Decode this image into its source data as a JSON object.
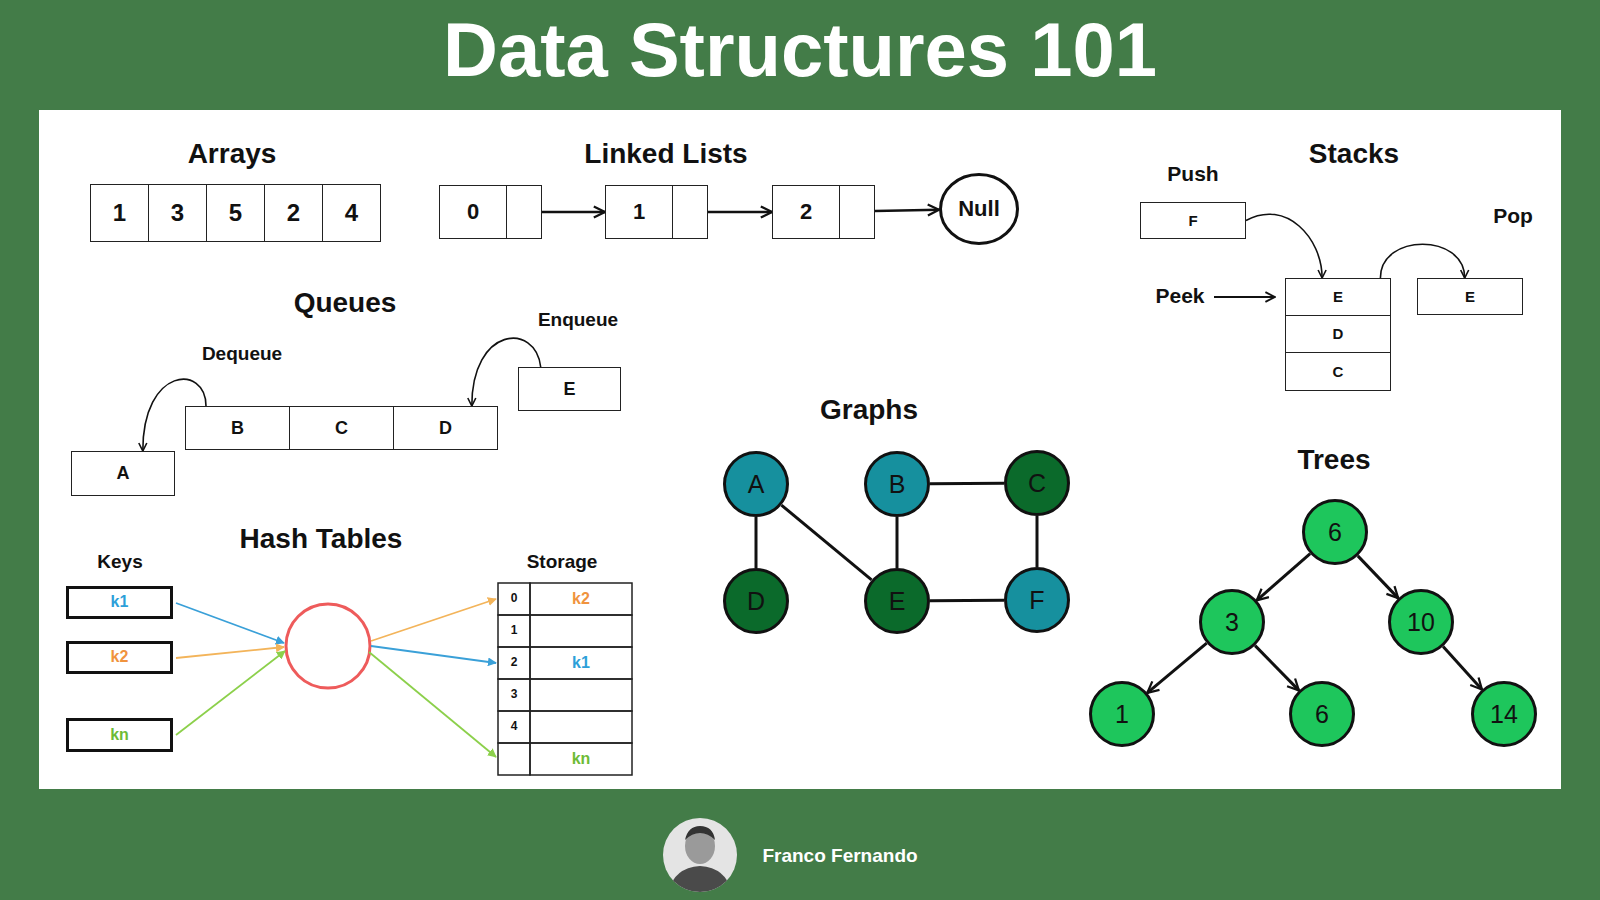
{
  "diagram": {
    "title": "Data Structures 101",
    "nodes": [
      {
        "text": [
          "1"
        ]
      },
      {
        "text": [
          "3"
        ]
      },
      {
        "text": [
          "5"
        ]
      },
      {
        "text": [
          "2"
        ]
      },
      {
        "text": [
          "4"
        ]
      },
      {
        "text": [
          "0"
        ]
      },
      {
        "text": [
          "1"
        ]
      },
      {
        "text": [
          "2"
        ]
      },
      {
        "text": [
          "Null"
        ]
      },
      {
        "text": [
          "F"
        ]
      },
      {
        "text": [
          "E"
        ]
      },
      {
        "text": [
          "D"
        ]
      },
      {
        "text": [
          "C"
        ]
      },
      {
        "text": [
          "E"
        ]
      },
      {
        "text": [
          "E"
        ]
      },
      {
        "text": [
          "B"
        ]
      },
      {
        "text": [
          "C"
        ]
      },
      {
        "text": [
          "D"
        ]
      },
      {
        "text": [
          "A"
        ]
      },
      {
        "text": [
          "A"
        ]
      },
      {
        "text": [
          "B"
        ]
      },
      {
        "text": [
          "C"
        ]
      },
      {
        "text": [
          "D"
        ]
      },
      {
        "text": [
          "E"
        ]
      },
      {
        "text": [
          "F"
        ]
      },
      {
        "text": [
          "6"
        ]
      },
      {
        "text": [
          "3"
        ]
      },
      {
        "text": [
          "10"
        ]
      },
      {
        "text": [
          "1"
        ]
      },
      {
        "text": [
          "6"
        ]
      },
      {
        "text": [
          "14"
        ]
      },
      {
        "text": [
          "k1"
        ]
      },
      {
        "text": [
          "k2"
        ]
      },
      {
        "text": [
          "kn"
        ]
      }
    ],
    "edges": [
      {
        "from": 5,
        "to": 6,
        "arrow": "to"
      },
      {
        "from": 6,
        "to": 7,
        "arrow": "to"
      },
      {
        "from": 7,
        "to": 8,
        "arrow": "to"
      },
      {
        "from": 9,
        "to": 10,
        "arrow": "to"
      },
      {
        "from": 10,
        "to": 13,
        "arrow": "to"
      },
      {
        "from": 14,
        "to": 17,
        "arrow": "to"
      },
      {
        "from": 15,
        "to": 18,
        "arrow": "to"
      },
      {
        "from": 19,
        "to": 22,
        "arrow": "none"
      },
      {
        "from": 19,
        "to": 23,
        "arrow": "none"
      },
      {
        "from": 20,
        "to": 21,
        "arrow": "none"
      },
      {
        "from": 20,
        "to": 23,
        "arrow": "none"
      },
      {
        "from": 21,
        "to": 24,
        "arrow": "none"
      },
      {
        "from": 23,
        "to": 24,
        "arrow": "none"
      },
      {
        "from": 25,
        "to": 26,
        "arrow": "to"
      },
      {
        "from": 25,
        "to": 27,
        "arrow": "to"
      },
      {
        "from": 26,
        "to": 28,
        "arrow": "to"
      },
      {
        "from": 26,
        "to": 29,
        "arrow": "to"
      },
      {
        "from": 27,
        "to": 30,
        "arrow": "to"
      }
    ],
    "labels": [
      "Arrays",
      "Linked Lists",
      "Stacks",
      "Push",
      "Pop",
      "Peek",
      "Queues",
      "Dequeue",
      "Enqueue",
      "Graphs",
      "Trees",
      "Hash Tables",
      "Keys",
      "Storage",
      "0",
      "k2",
      "1",
      "2",
      "k1",
      "3",
      "4",
      "kn",
      "Franco Fernando"
    ]
  }
}
